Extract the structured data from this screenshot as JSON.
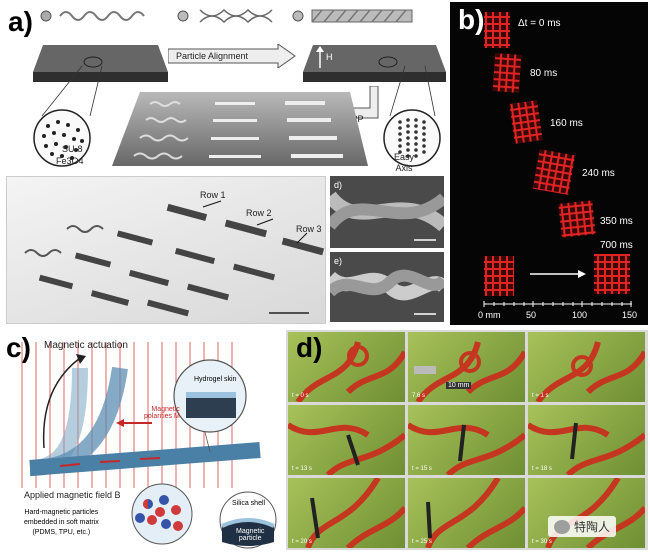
{
  "panels": {
    "a_label": "a)",
    "b_label": "b)",
    "c_label": "c)",
    "d_label": "d)"
  },
  "panel_a": {
    "particle_alignment": "Particle Alignment",
    "tpp": "TPP",
    "field": "H",
    "su8": "SU-8",
    "fe3o4": "Fe3O4",
    "easy_axis": "Easy\nAxis",
    "rows": [
      "Row 1",
      "Row 2",
      "Row 3"
    ],
    "sub_d": "d)",
    "sub_e": "e)"
  },
  "panel_b": {
    "times": [
      "Δt = 0 ms",
      "80 ms",
      "160 ms",
      "240 ms",
      "350 ms",
      "700 ms"
    ],
    "axis_ticks": [
      "0 mm",
      "50",
      "100",
      "150"
    ]
  },
  "panel_c": {
    "magnetic_actuation": "Magnetic actuation",
    "hydrogel_skin": "Hydrogel skin",
    "magnetic_polarities": "Magnetic\npolarities M",
    "applied_field": "Applied magnetic field B",
    "hard_particles": "Hard-magnetic particles\nembedded in soft matrix\n(PDMS, TPU, etc.)",
    "silica_shell": "Silica shell",
    "magnetic_particle": "Magnetic\nparticle"
  },
  "panel_d": {
    "times": [
      "t = 0 s",
      "7.6 s",
      "t = 1 s",
      "t = 13 s",
      "t = 15 s",
      "t = 18 s",
      "t = 20 s",
      "t = 25 s",
      "t = 30 s"
    ],
    "scale": "10 mm",
    "watermark": "特陶人"
  },
  "colors": {
    "panel_b_bg": "#050505",
    "red_structure": "#e02424",
    "panel_d_green": "#8fb04b",
    "field_lines": "#e26464"
  }
}
